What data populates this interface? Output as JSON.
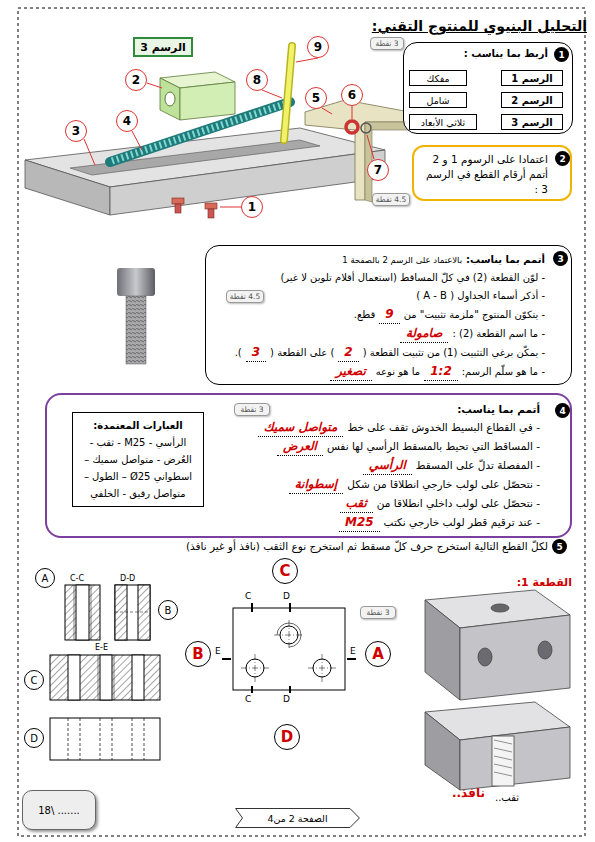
{
  "diagram": {
    "title": "التحليل البنيوي للمنتوج التقني:",
    "nodes": [
      {
        "text": [
          "الرسم 3"
        ]
      },
      {
        "text": [
          "9"
        ]
      },
      {
        "text": [
          "2"
        ]
      },
      {
        "text": [
          "8"
        ]
      },
      {
        "text": [
          "5"
        ]
      },
      {
        "text": [
          "6"
        ]
      },
      {
        "text": [
          "4"
        ]
      },
      {
        "text": [
          "3"
        ]
      },
      {
        "text": [
          "7"
        ]
      },
      {
        "text": [
          "1"
        ]
      },
      {
        "text": [
          "أربط بما يناسب :"
        ]
      },
      {
        "text": [
          "1"
        ],
        "in": 10
      },
      {
        "text": [
          "مفكك"
        ],
        "in": 10
      },
      {
        "text": [
          "شامل"
        ],
        "in": 10
      },
      {
        "text": [
          "ثلاثي الأبعاد"
        ],
        "in": 10
      },
      {
        "text": [
          "الرسم 1"
        ],
        "in": 10
      },
      {
        "text": [
          "الرسم 2"
        ],
        "in": 10
      },
      {
        "text": [
          "الرسم 3"
        ],
        "in": 10
      },
      {
        "text": [
          "3 نقطة"
        ]
      },
      {
        "text": [
          "اعتمادا على الرسوم 1 و 2 أتمم أرقام القطع في الرسم 3 :"
        ]
      },
      {
        "text": [
          "2"
        ],
        "in": 19
      },
      {
        "text": [
          "4.5 نقطة"
        ]
      },
      {
        "text": [
          "أتمم بما يناسب:",
          "بالاعتماد على الرسم 2 بالصفحة 1",
          "- لوّن القطعة (2) في كلّ المساقط (استعمال أقلام تلوين لا غير)",
          "- أذكر أسماء الجداول ( A - B )",
          "- يتكوّن المنتوج \"ملزمة تثبيت\" من",
          "9",
          "قطع.",
          "- ما اسم القطعة (2) :",
          "صامولة",
          "- يمكّن برغي التثبيت (1) من تثبيت القطعة (",
          "2",
          ") على القطعة (",
          "3",
          ").",
          "- ما هو سلّم الرسم:",
          "1:2",
          "ما هو نوعه",
          "تصغير"
        ]
      },
      {
        "text": [
          "3"
        ],
        "in": 22
      },
      {
        "text": [
          "4.5 نقطة"
        ],
        "in": 22
      },
      {
        "text": [
          "أتمم بما يناسب:",
          "- في القطاع البسيط الخدوش تقف على خط",
          "متواصل سميك",
          "- المساقط التي تحيط بالمسقط الرأسي لها نفس",
          "العرض",
          "- المفصلة تدلّ على المسقط",
          "الرأسي",
          "- نتحصّل على لولب خارجي انطلاقا من شكل",
          "إسطوانة",
          "- نتحصّل على لولب داخلي انطلاقا من",
          "ثقب",
          "- عند ترقيم قطر لولب خارجي نكتب",
          "M25"
        ]
      },
      {
        "text": [
          "4"
        ],
        "in": 25
      },
      {
        "text": [
          "3 نقطة"
        ],
        "in": 25
      },
      {
        "text": [
          "العبارات المعتمدة:",
          "الرأسي - M25 - ثقب - العُرض - متواصل سميك – اسطواني Ø25 – الطول – متواصل رقيق - الخلفي"
        ],
        "in": 25
      },
      {
        "text": [
          "5"
        ]
      },
      {
        "text": [
          "A"
        ]
      },
      {
        "text": [
          "B"
        ]
      },
      {
        "text": [
          "C"
        ]
      },
      {
        "text": [
          "D"
        ]
      },
      {
        "text": [
          "C"
        ]
      },
      {
        "text": [
          "B"
        ]
      },
      {
        "text": [
          "A"
        ]
      },
      {
        "text": [
          "D"
        ]
      },
      {
        "text": [
          "3 نقطة"
        ]
      },
      {
        "text": [
          "18\\ ......."
        ]
      },
      {
        "text": [
          "الصفحة 2 من4"
        ]
      }
    ],
    "edges": [
      {
        "from": 15,
        "to": 14,
        "arrow": "none"
      },
      {
        "from": 16,
        "to": 13,
        "arrow": "none"
      },
      {
        "from": 17,
        "to": 12,
        "arrow": "none"
      }
    ],
    "labels": [
      "C-C",
      "D-D",
      "E-E",
      "C",
      "C",
      "D",
      "D",
      "E",
      "E",
      "القطعة 1:",
      "ثقب..",
      "نافذ..",
      "لكلّ القطع التالية استخرج حرف كلّ مسقط ثم استخرج نوع الثقب (نافذ أو غير نافذ)"
    ]
  }
}
